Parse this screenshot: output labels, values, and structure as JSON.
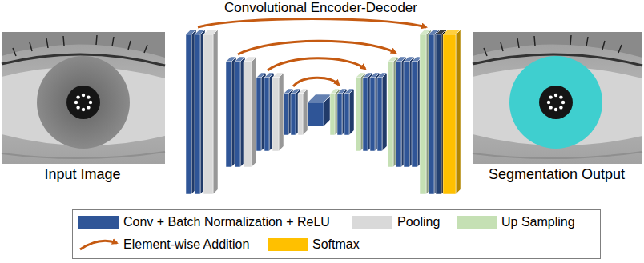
{
  "diagram": {
    "title": "Convolutional Encoder-Decoder",
    "labels": [
      "Input Image",
      "Segmentation Output"
    ],
    "legend": [
      {
        "text": "Conv + Batch Normalization + ReLU",
        "color": "#2f5597"
      },
      {
        "text": "Pooling",
        "color": "#d9d9d9"
      },
      {
        "text": "Up Sampling",
        "color": "#c5e0b4"
      },
      {
        "text": "Element-wise Addition"
      },
      {
        "text": "Softmax",
        "color": "#ffc000"
      }
    ]
  }
}
